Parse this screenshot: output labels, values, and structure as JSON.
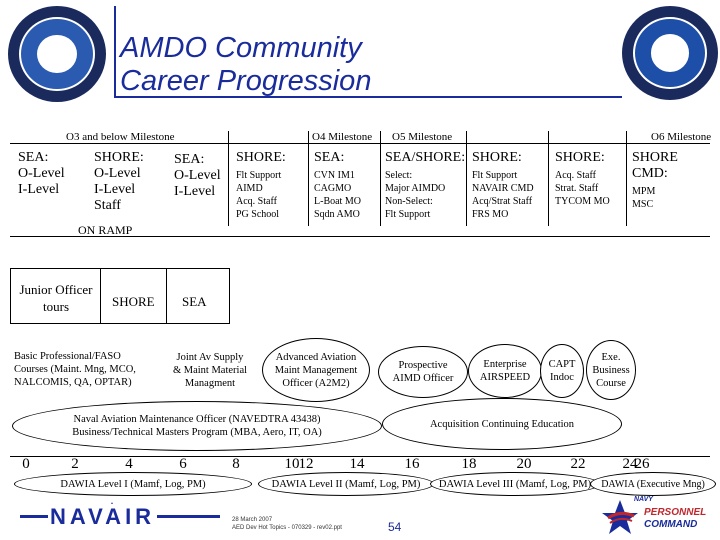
{
  "title": {
    "line1": "AMDO Community",
    "line2": "Career Progression"
  },
  "seals": {
    "left": "Aviation Maintenance Duty Officer seal",
    "right": "Aerospace Maintenance Duty seal"
  },
  "milestones": {
    "o3": "O3 and below Milestone",
    "o4": "O4 Milestone",
    "o5": "O5 Milestone",
    "o6": "O6 Milestone"
  },
  "columns": [
    {
      "header": "SEA:\nO-Level\nI-Level",
      "detail": ""
    },
    {
      "header": "SHORE:\nO-Level\nI-Level\nStaff",
      "detail": ""
    },
    {
      "header": "SEA:\nO-Level\nI-Level",
      "detail": ""
    },
    {
      "header": "SHORE:",
      "detail": "Flt Support\nAIMD\nAcq. Staff\nPG School"
    },
    {
      "header": "SEA:",
      "detail": "CVN IM1\nCAGMO\nL-Boat MO\nSqdn AMO"
    },
    {
      "header": "SEA/SHORE:",
      "detail": "Select:\nMajor AIMDO\nNon-Select:\nFlt Support"
    },
    {
      "header": "SHORE:",
      "detail": "Flt Support\nNAVAIR CMD\nAcq/Strat Staff\nFRS MO"
    },
    {
      "header": "SHORE:",
      "detail": "Acq. Staff\nStrat. Staff\nTYCOM MO"
    },
    {
      "header": "SHORE\nCMD:",
      "detail": "MPM\nMSC"
    }
  ],
  "on_ramp": "ON RAMP",
  "on_ramp_items": {
    "junior": "Junior Officer\ntours",
    "shore": "SHORE",
    "sea": "SEA"
  },
  "education": {
    "basic": "Basic Professional/FASO\nCourses (Maint. Mng, MCO,\nNALCOMIS, QA, OPTAR)",
    "joint": "Joint Av Supply\n& Maint Material\nManagment",
    "advanced": "Advanced Aviation\nMaint Management\nOfficer (A2M2)",
    "prospective": "Prospective\nAIMD Officer",
    "enterprise": "Enterprise\nAIRSPEED",
    "capt": "CAPT\nIndoc",
    "exec": "Exe.\nBusiness\nCourse",
    "navedtra": "Naval Aviation Maintenance Officer (NAVEDTRA 43438)\nBusiness/Technical Masters Program (MBA, Aero, IT, OA)",
    "ace": "Acquisition Continuing Education"
  },
  "timeline_ticks": [
    "0",
    "2",
    "4",
    "6",
    "8",
    "10",
    "12",
    "14",
    "16",
    "18",
    "20",
    "22",
    "24",
    "26"
  ],
  "dawia": {
    "level1": "DAWIA Level I (Mamf, Log, PM)",
    "level2": "DAWIA Level II (Mamf, Log, PM)",
    "level3": "DAWIA Level III (Mamf, Log, PM)",
    "exec": "DAWIA (Executive Mng)"
  },
  "footer": {
    "navair": "NAVAIR",
    "date": "28 March 2007",
    "file": "AED Dev Hot Topics - 070329 - rev02.ppt",
    "page": "54",
    "navy_logo": "NAVY PERSONNEL COMMAND",
    "navy": "NAVY",
    "personnel": "PERSONNEL",
    "command": "COMMAND"
  },
  "colors": {
    "title": "#1a2c9b",
    "rule": "#1a2c9b",
    "seal_outer": "#1b2a5c",
    "navy_red": "#c0272d"
  }
}
